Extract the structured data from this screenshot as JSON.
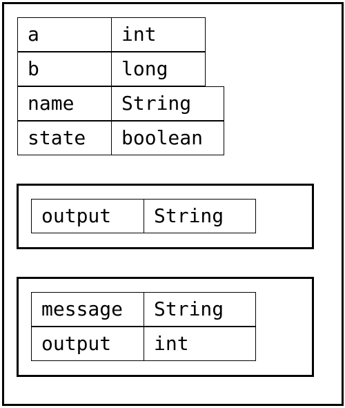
{
  "colors": {
    "background": "#ffffff",
    "border": "#000000",
    "text": "#000000"
  },
  "fields_table": [
    {
      "name": "a",
      "type": "int"
    },
    {
      "name": "b",
      "type": "long"
    },
    {
      "name": "name",
      "type": "String"
    },
    {
      "name": "state",
      "type": "boolean"
    }
  ],
  "output_group": {
    "rows": [
      {
        "name": "output",
        "type": "String"
      }
    ]
  },
  "message_group": {
    "rows": [
      {
        "name": "message",
        "type": "String"
      },
      {
        "name": "output",
        "type": "int"
      }
    ]
  }
}
